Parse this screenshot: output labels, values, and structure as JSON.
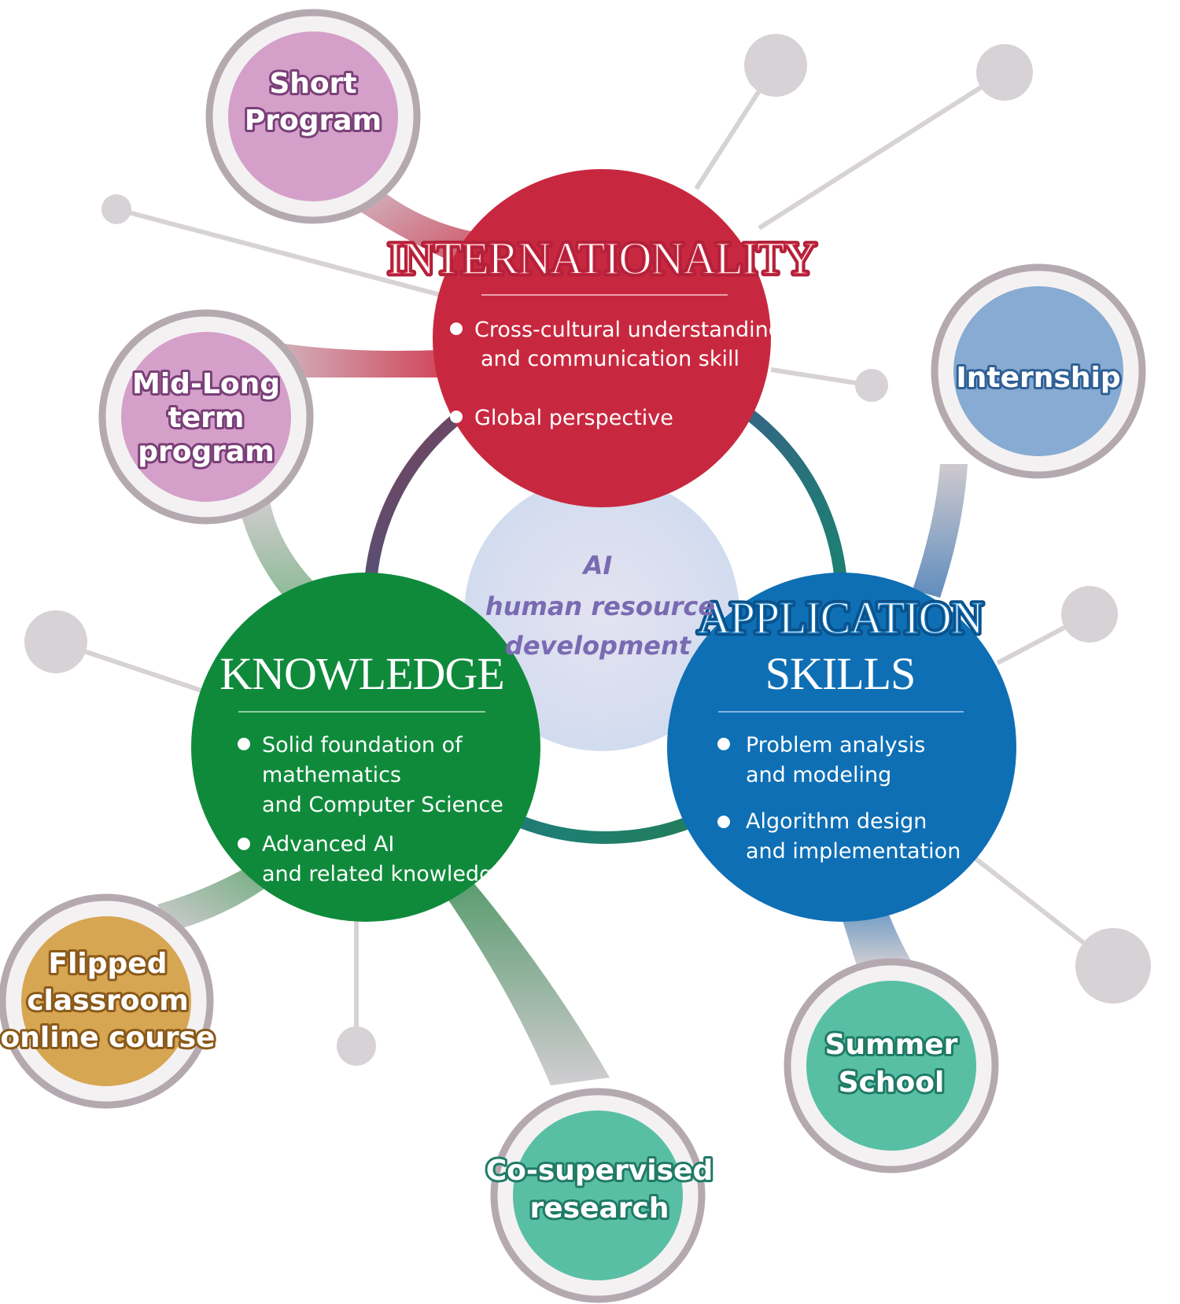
{
  "center": {
    "lines": [
      "AI",
      "human resource",
      "development"
    ]
  },
  "pillars": {
    "internationality": {
      "title": "INTERNATIONALITY",
      "color": "#c8283f",
      "bullets": [
        [
          "Cross-cultural understanding",
          "and communication skill"
        ],
        [
          "Global perspective"
        ]
      ]
    },
    "knowledge": {
      "title": "KNOWLEDGE",
      "color": "#0f8a3b",
      "bullets": [
        [
          "Solid foundation of",
          "mathematics",
          "and Computer Science"
        ],
        [
          "Advanced AI",
          "and related knowledge"
        ]
      ]
    },
    "application": {
      "title_lines": [
        "APPLICATION",
        "SKILLS"
      ],
      "color": "#0e6fb5",
      "bullets": [
        [
          "Problem analysis",
          "and modeling"
        ],
        [
          "Algorithm design",
          "and implementation"
        ]
      ]
    }
  },
  "programs": {
    "short_program": {
      "lines": [
        "Short",
        "Program"
      ],
      "color": "#d4a0c9",
      "text_stroke": "#7a3f78"
    },
    "mid_long": {
      "lines": [
        "Mid-Long",
        "term",
        "program"
      ],
      "color": "#d4a0c9",
      "text_stroke": "#7a3f78"
    },
    "internship": {
      "lines": [
        "Internship"
      ],
      "color": "#87abd2",
      "text_stroke": "#2f5f95"
    },
    "flipped": {
      "lines": [
        "Flipped",
        "classroom",
        "online course"
      ],
      "color": "#d6a653",
      "text_stroke": "#8a5a1a"
    },
    "co_supervised": {
      "lines": [
        "Co-supervised",
        "research"
      ],
      "color": "#59bfa4",
      "text_stroke": "#1f7a66"
    },
    "summer_school": {
      "lines": [
        "Summer",
        "School"
      ],
      "color": "#59bfa4",
      "text_stroke": "#1f7a66"
    }
  },
  "colors": {
    "node_gray": "#d7d2d6",
    "ring_gray": "#b5a9b0",
    "center_bubble": "#dfe0ef"
  }
}
